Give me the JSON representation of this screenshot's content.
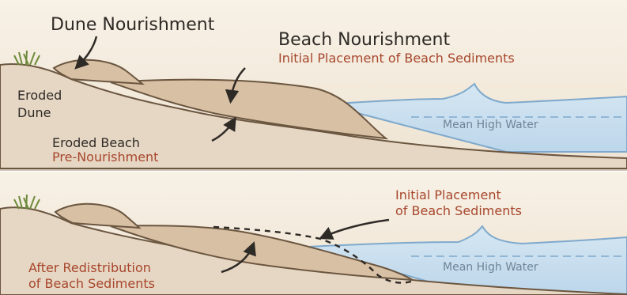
{
  "top_panel": {
    "dune_label": "Dune Nourishment",
    "beach_label": "Beach Nourishment",
    "beach_sublabel": "Initial Placement of Beach Sediments",
    "eroded_dune_line1": "Eroded",
    "eroded_dune_line2": "Dune",
    "eroded_beach_line1": "Eroded Beach",
    "eroded_beach_line2": "Pre-Nourishment",
    "water_label": "Mean High Water"
  },
  "bottom_panel": {
    "initial_line1": "Initial Placement",
    "initial_line2": "of Beach Sediments",
    "after_line1": "After Redistribution",
    "after_line2": "of Beach Sediments",
    "water_label": "Mean High Water"
  },
  "colors": {
    "background": "#ffffff",
    "sky_top": "#f7f1e6",
    "sky_bottom": "#efe4d3",
    "sand_dark": "#d8c0a4",
    "sand_light": "#e6d7c4",
    "water": "#c5dced",
    "water_line": "#7fa9cc",
    "outline": "#6b5640",
    "text_dark": "#2e2a26",
    "text_red": "#a7462c",
    "text_water": "#6f8597"
  },
  "icons": [
    "grass-icon",
    "arrow-icon"
  ]
}
